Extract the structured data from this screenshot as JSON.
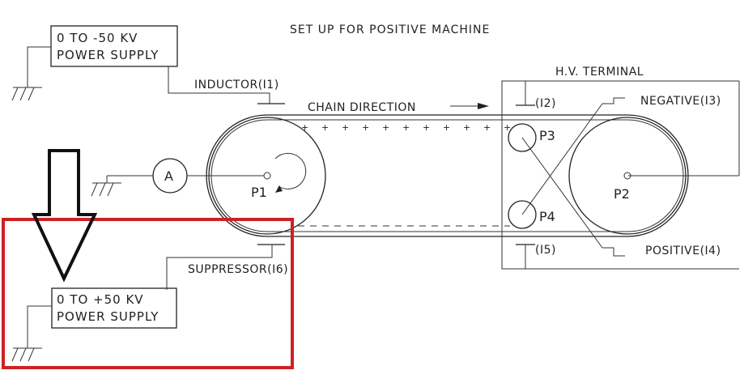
{
  "title": "SET UP FOR POSITIVE MACHINE",
  "supplies": {
    "negative": {
      "line1": "0 TO -50 KV",
      "line2": "POWER SUPPLY"
    },
    "positive": {
      "line1": "0 TO +50 KV",
      "line2": "POWER SUPPLY"
    }
  },
  "labels": {
    "inductor": "INDUCTOR(I1)",
    "chain_direction": "CHAIN DIRECTION",
    "suppressor": "SUPPRESSOR(I6)",
    "hv_terminal": "H.V. TERMINAL",
    "i2": "(I2)",
    "i5": "(I5)",
    "negative": "NEGATIVE(I3)",
    "positive": "POSITIVE(I4)",
    "ammeter": "A"
  },
  "pulleys": {
    "p1": "P1",
    "p2": "P2",
    "p3": "P3",
    "p4": "P4"
  },
  "charge_sign": "+",
  "highlight_color": "#cc2222",
  "arrow_color": "#111111"
}
